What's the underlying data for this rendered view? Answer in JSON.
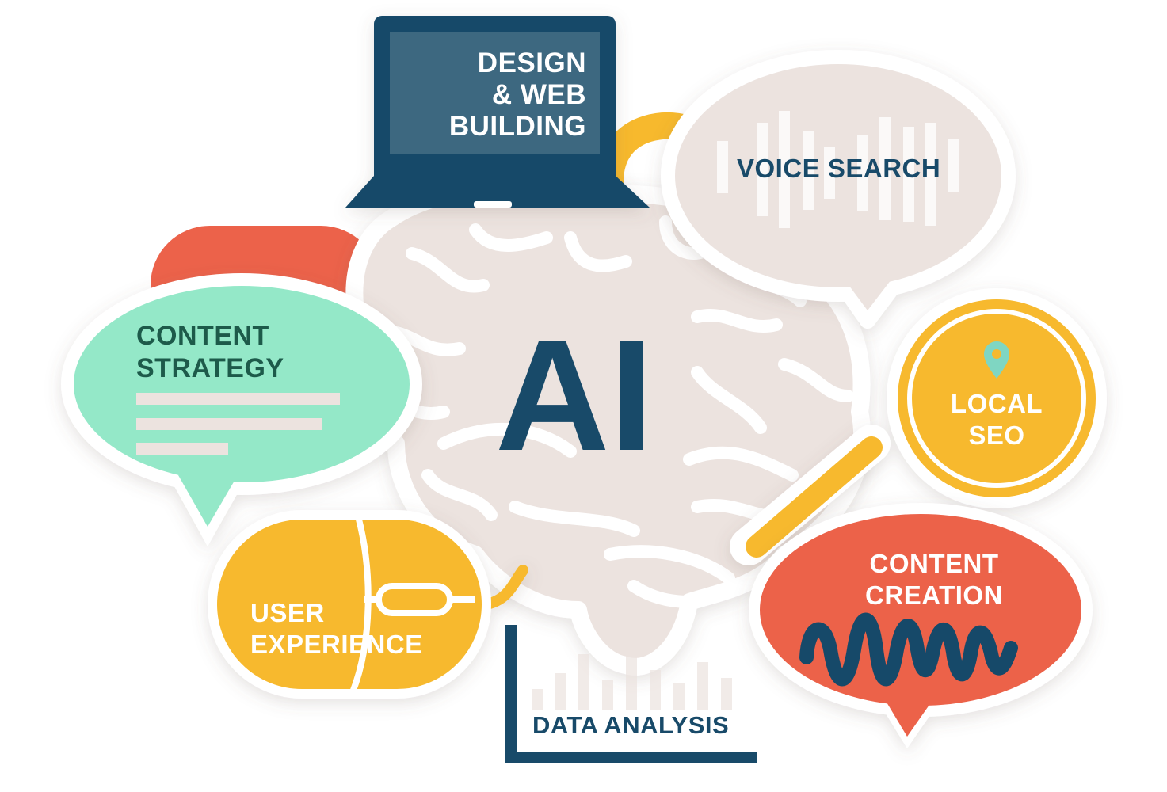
{
  "center": {
    "label": "AI"
  },
  "topics": {
    "design": {
      "line1": "Design",
      "line2": "& Web",
      "line3": "Building",
      "icon": "laptop-icon",
      "color": "#3d6780"
    },
    "voice_search": {
      "label": "Voice Search",
      "icon": "speech-bubble-icon",
      "color": "#ece3df"
    },
    "content_strategy": {
      "line1": "Content",
      "line2": "Strategy",
      "icon": "speech-bubble-icon",
      "color": "#94e8c8"
    },
    "local_seo": {
      "line1": "Local",
      "line2": "SEO",
      "icon": "magnifier-icon",
      "pin_icon": "location-pin-icon",
      "color": "#f7b92d"
    },
    "content_creation": {
      "line1": "Content",
      "line2": "Creation",
      "icon": "speech-bubble-icon",
      "color": "#ec624a"
    },
    "user_experience": {
      "line1": "User",
      "line2": "Experience",
      "icon": "mouse-icon",
      "color": "#f7b92d"
    },
    "data_analysis": {
      "label": "Data Analysis",
      "icon": "bar-chart-icon",
      "color": "#184a69"
    }
  },
  "palette": {
    "navy": "#184a69",
    "slate": "#3d6780",
    "mint": "#94e8c8",
    "yellow": "#f7b92d",
    "coral": "#ec624a",
    "beige": "#ece3df",
    "brain": "#ece3df"
  }
}
